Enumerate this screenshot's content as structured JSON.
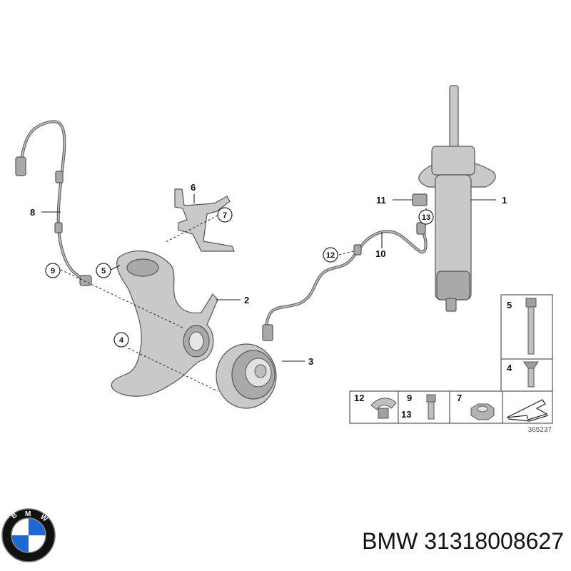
{
  "labels": {
    "l1": "1",
    "l2": "2",
    "l3": "3",
    "l4": "4",
    "l5": "5",
    "l6": "6",
    "l7": "7",
    "l8": "8",
    "l9": "9",
    "l10": "10",
    "l11": "11",
    "l12": "12",
    "l13": "13"
  },
  "legend": {
    "b5": "5",
    "b4": "4",
    "b12": "12",
    "b9": "9",
    "b13": "13",
    "b7": "7"
  },
  "ref_number": "365237",
  "caption": "BMW 31318008627",
  "logo": {
    "text": "BMW",
    "blue": "#1c69d4",
    "ring": "#111111"
  }
}
